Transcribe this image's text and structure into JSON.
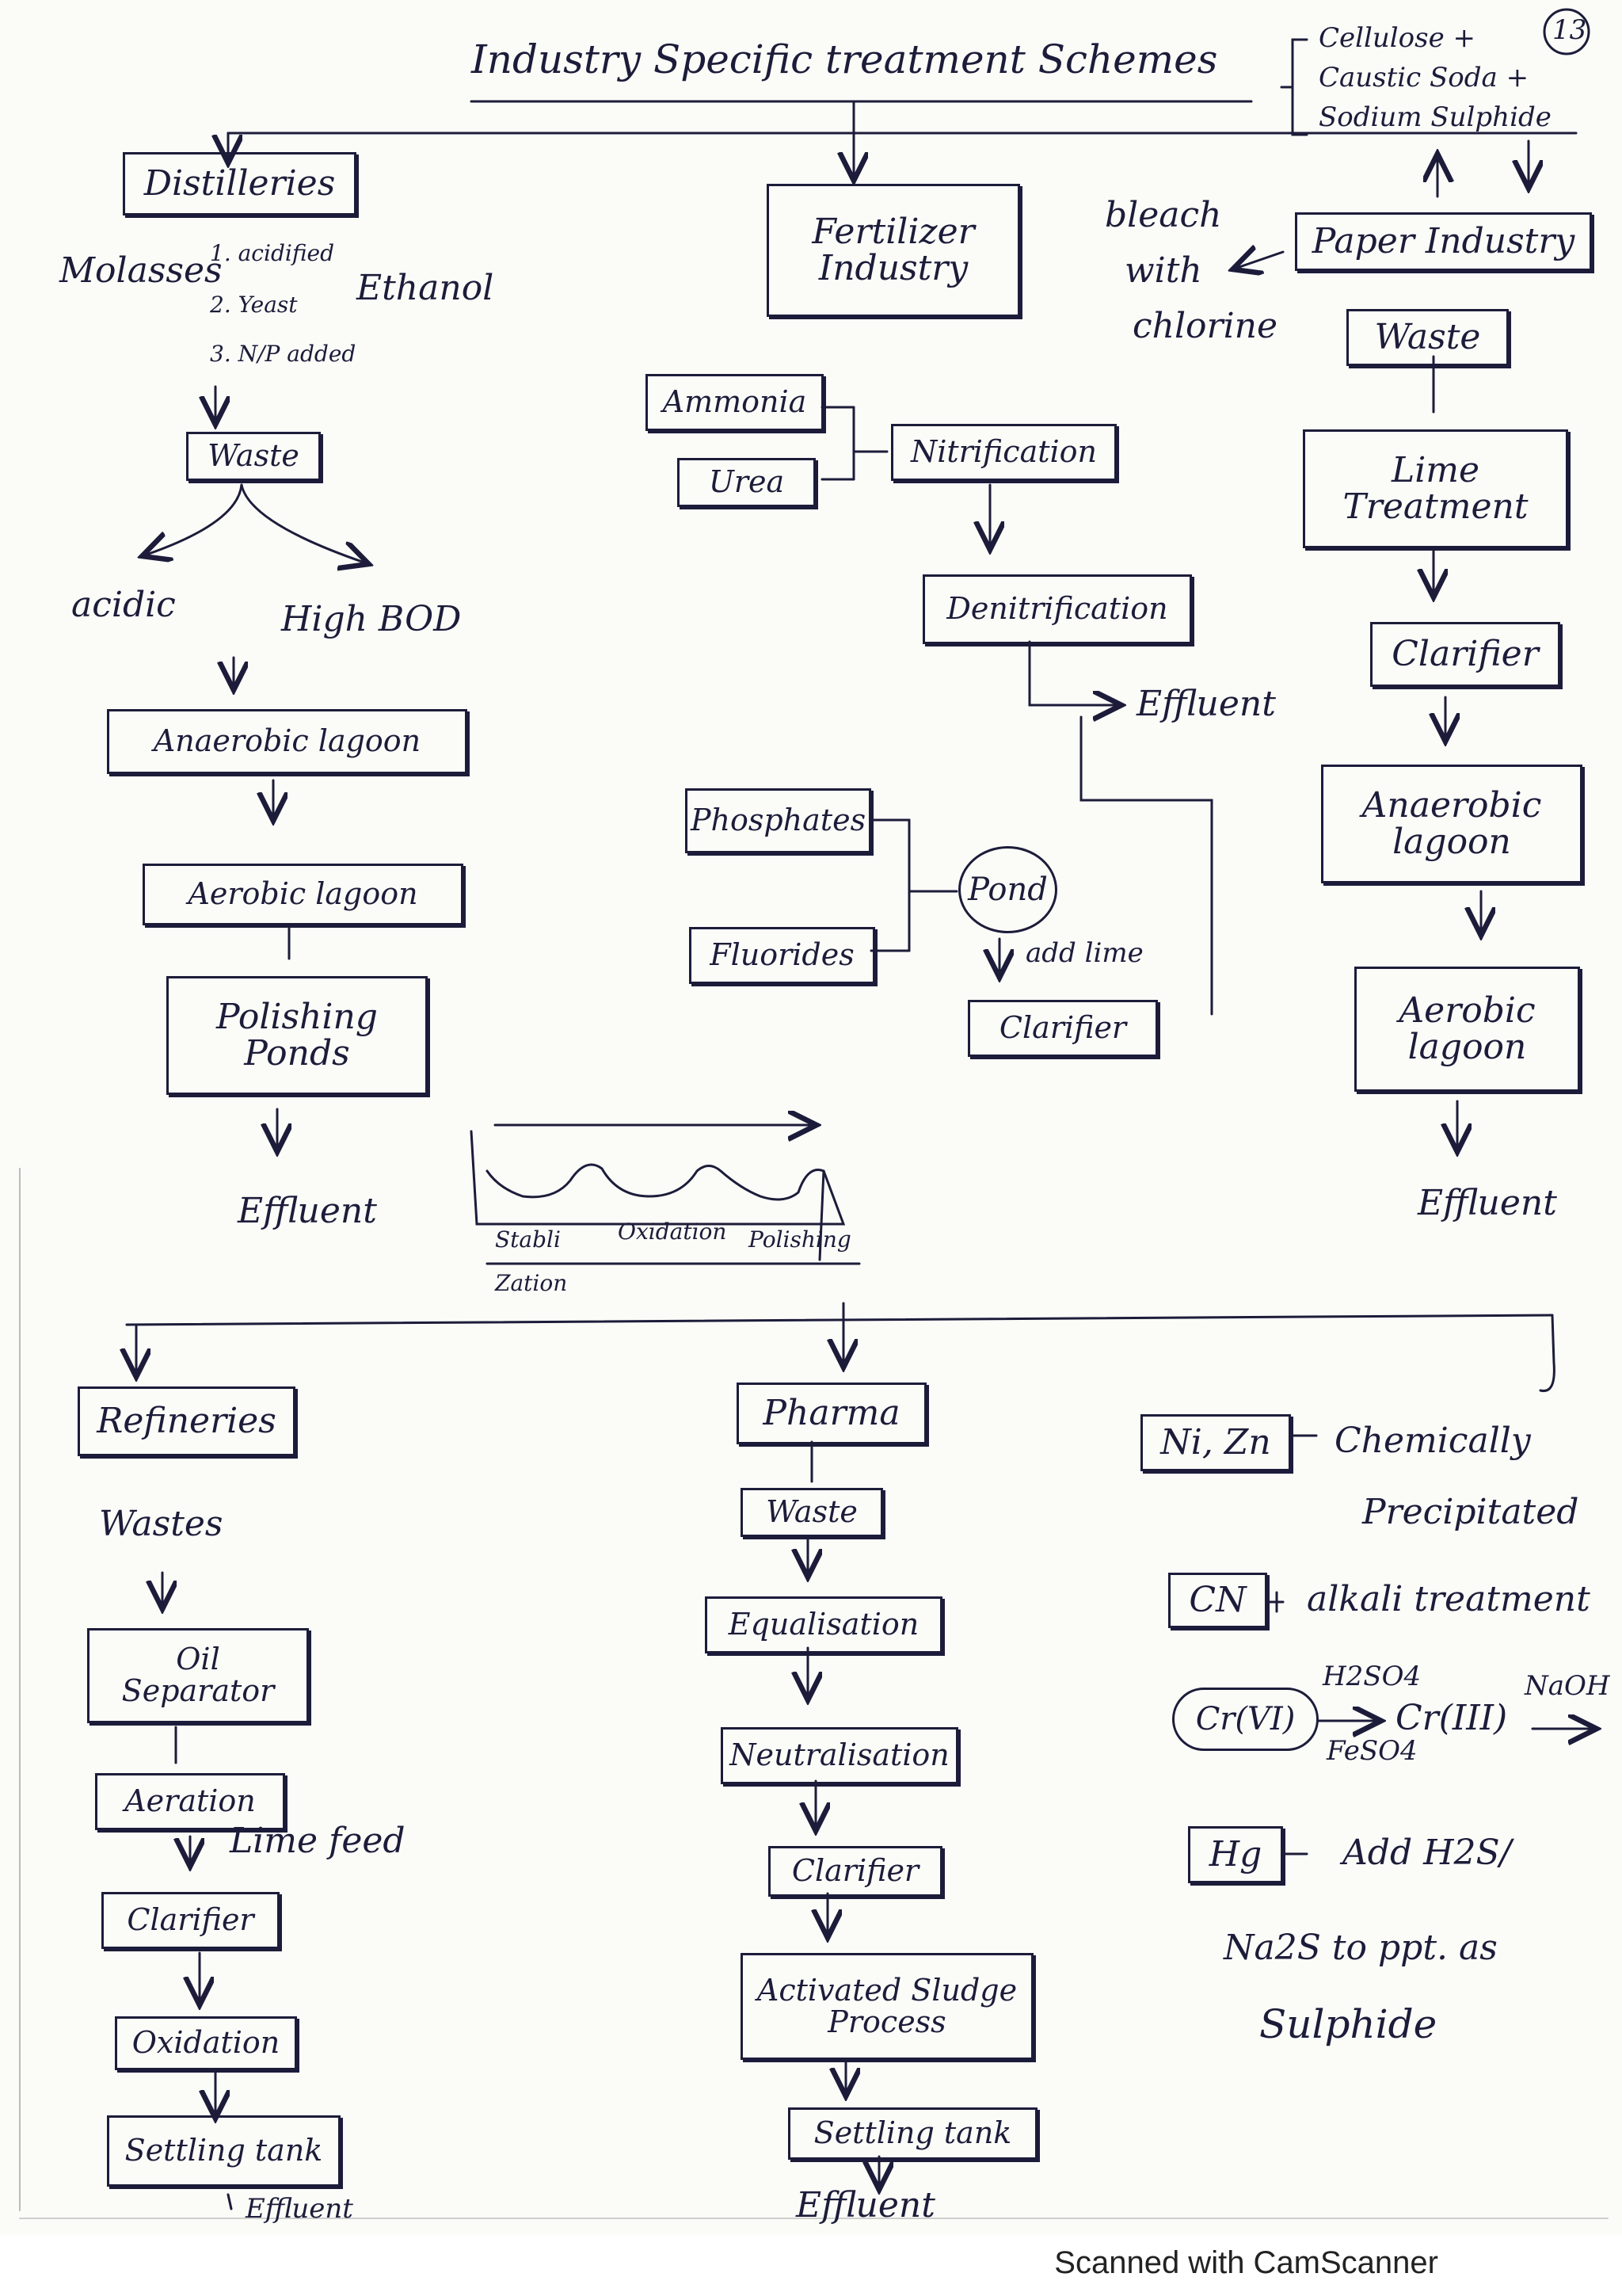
{
  "title": "Industry Specific treatment Schemes",
  "page_number": "13",
  "paper_chemicals": [
    "Cellulose +",
    "Caustic Soda +",
    "Sodium Sulphide"
  ],
  "distilleries": {
    "label": "Distilleries",
    "feed": "Molasses",
    "steps": [
      "1. acidified",
      "2. Yeast",
      "3. N/P added"
    ],
    "product": "Ethanol",
    "waste": "Waste",
    "branch_left": "acidic",
    "branch_right": "High BOD",
    "chain": [
      "Anaerobic lagoon",
      "Aerobic lagoon",
      "Polishing Ponds"
    ],
    "end": "Effluent"
  },
  "fertilizer": {
    "label": "Fertilizer Industry",
    "inputs_n": [
      "Ammonia",
      "Urea"
    ],
    "nitrification": "Nitrification",
    "denitrification": "Denitrification",
    "effluent": "Effluent",
    "inputs_p": [
      "Phosphates",
      "Fluorides"
    ],
    "pond": "Pond",
    "add_lime": "add lime",
    "clarifier": "Clarifier"
  },
  "paper": {
    "label": "Paper Industry",
    "bleach": [
      "bleach",
      "with",
      "chlorine"
    ],
    "chain": [
      "Waste",
      "Lime Treatment",
      "Clarifier",
      "Anaerobic lagoon",
      "Aerobic lagoon"
    ],
    "end": "Effluent"
  },
  "pond_sketch": {
    "zones": [
      "Stabli",
      "Oxidation",
      "Polishing"
    ],
    "caption": "Zation"
  },
  "refineries": {
    "label": "Refineries",
    "waste": "Wastes",
    "chain": [
      "Oil Separator",
      "Aeration",
      "Clarifier",
      "Oxidation",
      "Settling tank"
    ],
    "lime_feed": "Lime feed",
    "end": "Effluent"
  },
  "pharma": {
    "label": "Pharma",
    "chain": [
      "Waste",
      "Equalisation",
      "Neutralisation",
      "Clarifier",
      "Activated Sludge Process",
      "Settling tank"
    ],
    "end": "Effluent"
  },
  "metals": {
    "ni_zn": "Ni, Zn",
    "ni_zn_note": [
      "Chemically",
      "Precipitated"
    ],
    "cn": "CN",
    "cn_note": "alkali treatment",
    "cr6": "Cr(VI)",
    "cr3": "Cr(III)",
    "reagent_top": "H2SO4",
    "reagent_bottom": "FeSO4",
    "naoh": "NaOH",
    "hg": "Hg",
    "hg_note": [
      "Add H2S/",
      "Na2S to ppt. as",
      "Sulphide"
    ]
  },
  "footer": "Scanned with CamScanner"
}
